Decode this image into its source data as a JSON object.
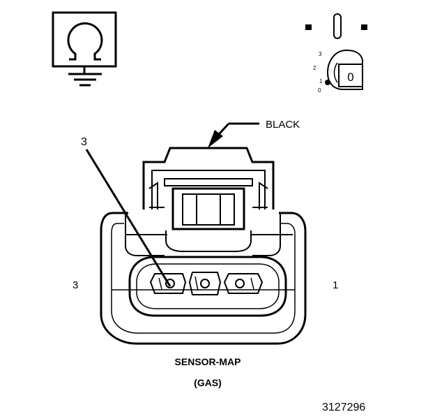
{
  "wire_color_label": "BLACK",
  "pin_callout": "3",
  "cavity_left_number": "3",
  "cavity_right_number": "1",
  "component_title": "SENSOR-MAP",
  "component_subtitle": "(GAS)",
  "figure_id": "3127296",
  "ignition_positions": [
    "3",
    "2",
    "1",
    "0"
  ],
  "ignition_key_label": "0",
  "icons": [
    "ohmmeter-ground-icon",
    "ignition-switch-icon"
  ]
}
